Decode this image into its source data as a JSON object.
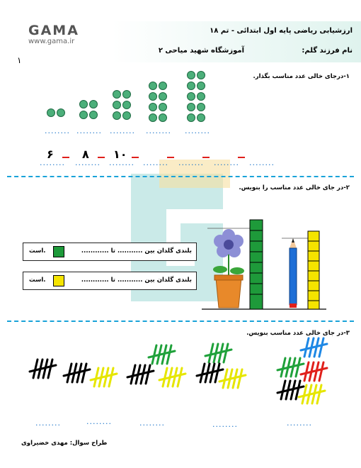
{
  "header": {
    "title": "ارزشیابی ریاضی پایه اول ابتدائی - تم ۱۸",
    "name_label": "نام فرزند گلم:",
    "school": "آموزشگاه شهید میاحی ۲",
    "logo_text": "GAMA",
    "logo_url": "www.gama.ir",
    "page_mark": "۱"
  },
  "q1": {
    "title": "۱-درجای خالی عدد مناسب بگذار.",
    "blank": "........",
    "sequence": [
      "۶",
      "۸",
      "۱۰"
    ]
  },
  "q2": {
    "title": "۲-در جای خالی عدد مناسب را بنویس.",
    "row1_text": "بلندی گلدان بین ........... تا ............",
    "row1_suffix": "است.",
    "row2_text": "بلندی گلدان بین ........... تا ............",
    "row2_suffix": "است.",
    "row1_color": "#1e9a3a",
    "row2_color": "#f5e400"
  },
  "q3": {
    "title": "۳-در جای خالی عدد مناسب بنویس.",
    "blank": "........"
  },
  "footer": {
    "designer": "طراح سوال: مهدی خضیراوی"
  },
  "colors": {
    "accent": "#1aa3d9",
    "circle": "#4caf7a",
    "black_tally": "#000000",
    "yellow_tally": "#e6e600",
    "green_tally": "#1fa13a",
    "red_tally": "#e0201b",
    "blue_tally": "#1e88e5"
  }
}
